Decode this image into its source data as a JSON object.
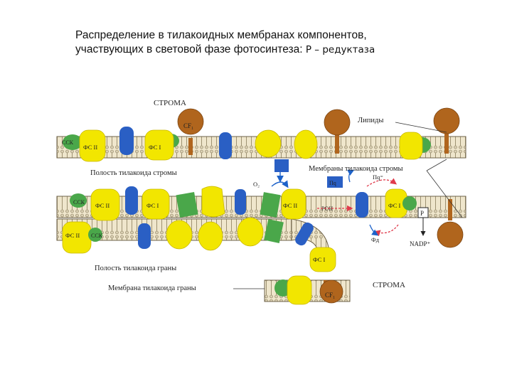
{
  "title": {
    "line1": "Распределение в тилакоидных мембранах компонентов,",
    "line2": "участвующих в световой фазе фотосинтеза:",
    "suffix": "P – редуктаза"
  },
  "diagram": {
    "stroma_top": "СТРОМА",
    "lipids": "Липиды",
    "stroma_lumen": "Полость тилакоида стромы",
    "stroma_membranes": "Мембраны тилакоида стромы",
    "grana_lumen": "Полость тилакоида граны",
    "grana_membrane": "Мембрана тилакоида граны",
    "stroma_bottom": "СТРОМА",
    "cf1": "CF₁",
    "cf1_low": "CF₁",
    "ps2": "ФС II",
    "ps1": "ФС I",
    "ssk": "ССК",
    "o2": "O₂",
    "pq_red": "Пq⁼",
    "pq": "Пq",
    "pc": "Пq",
    "fd": "Фд",
    "r": "P",
    "nadp": "NADP⁺",
    "roh": "РОН"
  },
  "colors": {
    "yellow": "#f2e600",
    "blue": "#2a5fc4",
    "green": "#4aa74a",
    "brown": "#b0651d",
    "membrane": "#ece3c8",
    "arrow_red": "#e03a4b",
    "arrow_blue": "#1d62c9"
  }
}
